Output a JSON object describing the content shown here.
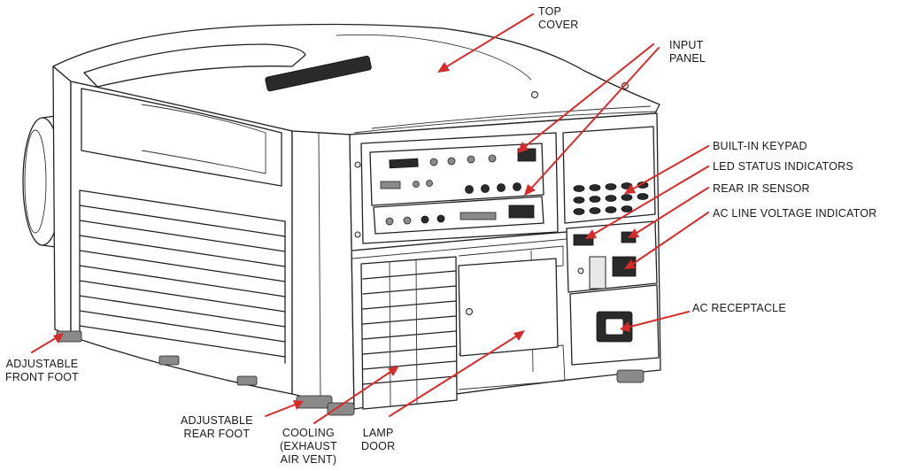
{
  "labels": {
    "top_cover": [
      "TOP",
      "COVER"
    ],
    "input_panel": [
      "INPUT",
      "PANEL"
    ],
    "keypad": "BUILT-IN KEYPAD",
    "led": "LED STATUS INDICATORS",
    "ir": "REAR IR SENSOR",
    "ac_voltage": "AC LINE VOLTAGE INDICATOR",
    "ac_receptacle": "AC RECEPTACLE",
    "front_foot": [
      "ADJUSTABLE",
      "FRONT FOOT"
    ],
    "rear_foot": [
      "ADJUSTABLE",
      "REAR FOOT"
    ],
    "cooling": [
      "COOLING",
      "(EXHAUST",
      "AIR VENT)"
    ],
    "lamp_door": [
      "LAMP",
      "DOOR"
    ]
  },
  "colors": {
    "arrow": "#d62b2b",
    "outline": "#222222"
  }
}
